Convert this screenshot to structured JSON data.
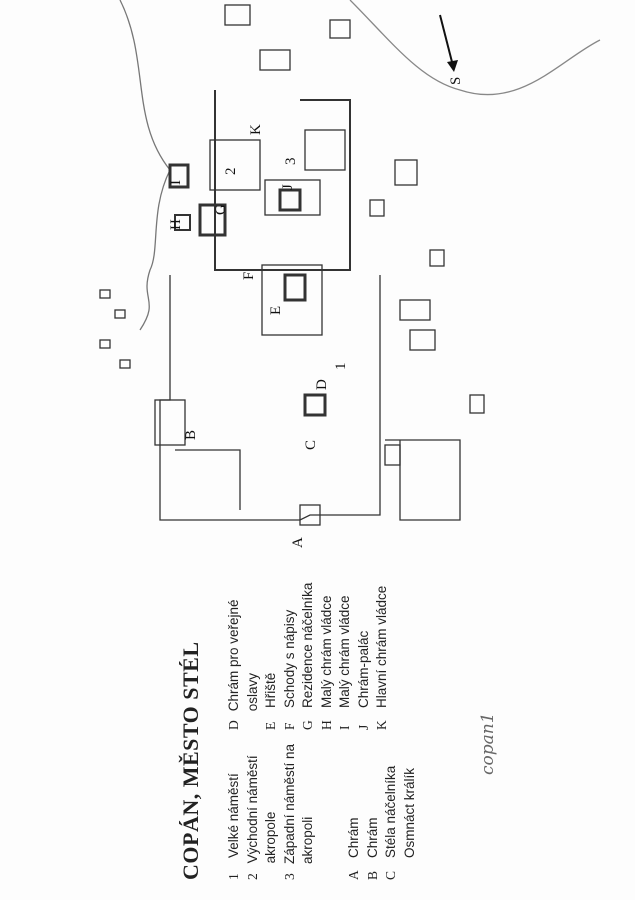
{
  "title": "COPÁN, MĚSTO STÉL",
  "legend_numbers": [
    {
      "key": "1",
      "label": "Velké náměstí"
    },
    {
      "key": "2",
      "label": "Východní náměstí akropole"
    },
    {
      "key": "3",
      "label": "Západní náměstí na akropoli"
    }
  ],
  "legend_letters_left": [
    {
      "key": "A",
      "label": "Chrám"
    },
    {
      "key": "B",
      "label": "Chrám"
    },
    {
      "key": "C",
      "label": "Stéla náčelníka"
    },
    {
      "key": "",
      "label": "Osmnáct králík"
    }
  ],
  "legend_letters_right": [
    {
      "key": "D",
      "label": "Chrám pro veřejné oslavy"
    },
    {
      "key": "E",
      "label": "Hřiště"
    },
    {
      "key": "F",
      "label": "Schody s nápisy"
    },
    {
      "key": "G",
      "label": "Rezidence náčelníka"
    },
    {
      "key": "H",
      "label": "Malý chrám vládce"
    },
    {
      "key": "I",
      "label": "Malý chrám vládce"
    },
    {
      "key": "J",
      "label": "Chrám-palác"
    },
    {
      "key": "K",
      "label": "Hlavní chrám vládce"
    }
  ],
  "handwritten_note": "copan1",
  "map": {
    "north_label": "S",
    "labels": [
      "A",
      "B",
      "C",
      "D",
      "E",
      "F",
      "G",
      "H",
      "I",
      "J",
      "K",
      "1",
      "2",
      "3"
    ]
  }
}
